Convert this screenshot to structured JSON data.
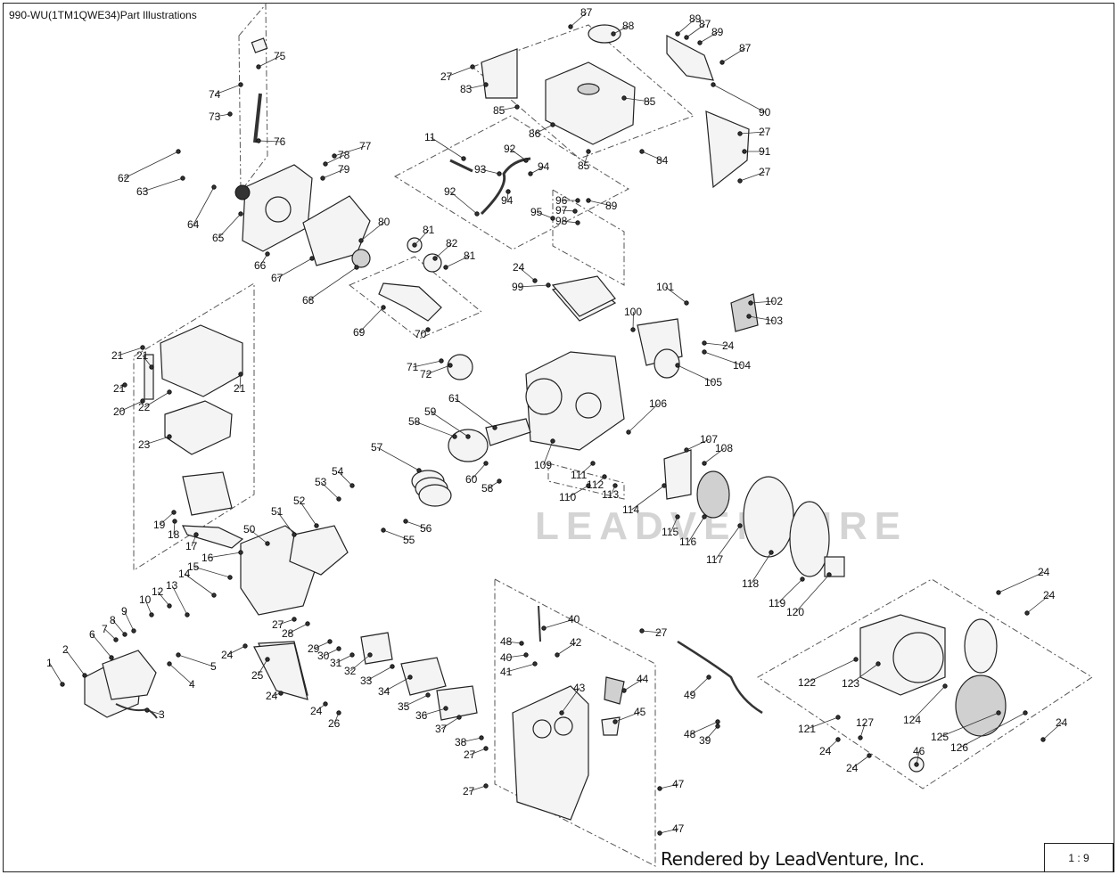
{
  "header": {
    "title": "990-WU(1TM1QWE34)Part Illustrations"
  },
  "footer": {
    "credit": "Rendered by LeadVenture, Inc.",
    "page": "1 : 9"
  },
  "watermark": "LEADVENTURE",
  "callouts": [
    "1",
    "2",
    "3",
    "4",
    "5",
    "6",
    "7",
    "8",
    "9",
    "10",
    "11",
    "12",
    "13",
    "14",
    "15",
    "16",
    "17",
    "18",
    "19",
    "20",
    "21",
    "22",
    "23",
    "24",
    "25",
    "26",
    "27",
    "28",
    "29",
    "30",
    "31",
    "32",
    "33",
    "34",
    "35",
    "36",
    "37",
    "38",
    "39",
    "40",
    "41",
    "42",
    "43",
    "44",
    "45",
    "46",
    "47",
    "48",
    "49",
    "50",
    "51",
    "52",
    "53",
    "54",
    "55",
    "56",
    "57",
    "58",
    "59",
    "60",
    "61",
    "62",
    "63",
    "64",
    "65",
    "66",
    "67",
    "68",
    "69",
    "70",
    "71",
    "72",
    "73",
    "74",
    "75",
    "76",
    "77",
    "78",
    "79",
    "80",
    "81",
    "82",
    "83",
    "84",
    "85",
    "86",
    "87",
    "88",
    "89",
    "90",
    "91",
    "92",
    "93",
    "94",
    "95",
    "96",
    "97",
    "98",
    "99",
    "100",
    "101",
    "102",
    "103",
    "104",
    "105",
    "106",
    "107",
    "108",
    "109",
    "110",
    "111",
    "112",
    "113",
    "114",
    "115",
    "116",
    "117",
    "118",
    "119",
    "120",
    "121",
    "122",
    "123",
    "124",
    "125",
    "126",
    "127"
  ]
}
